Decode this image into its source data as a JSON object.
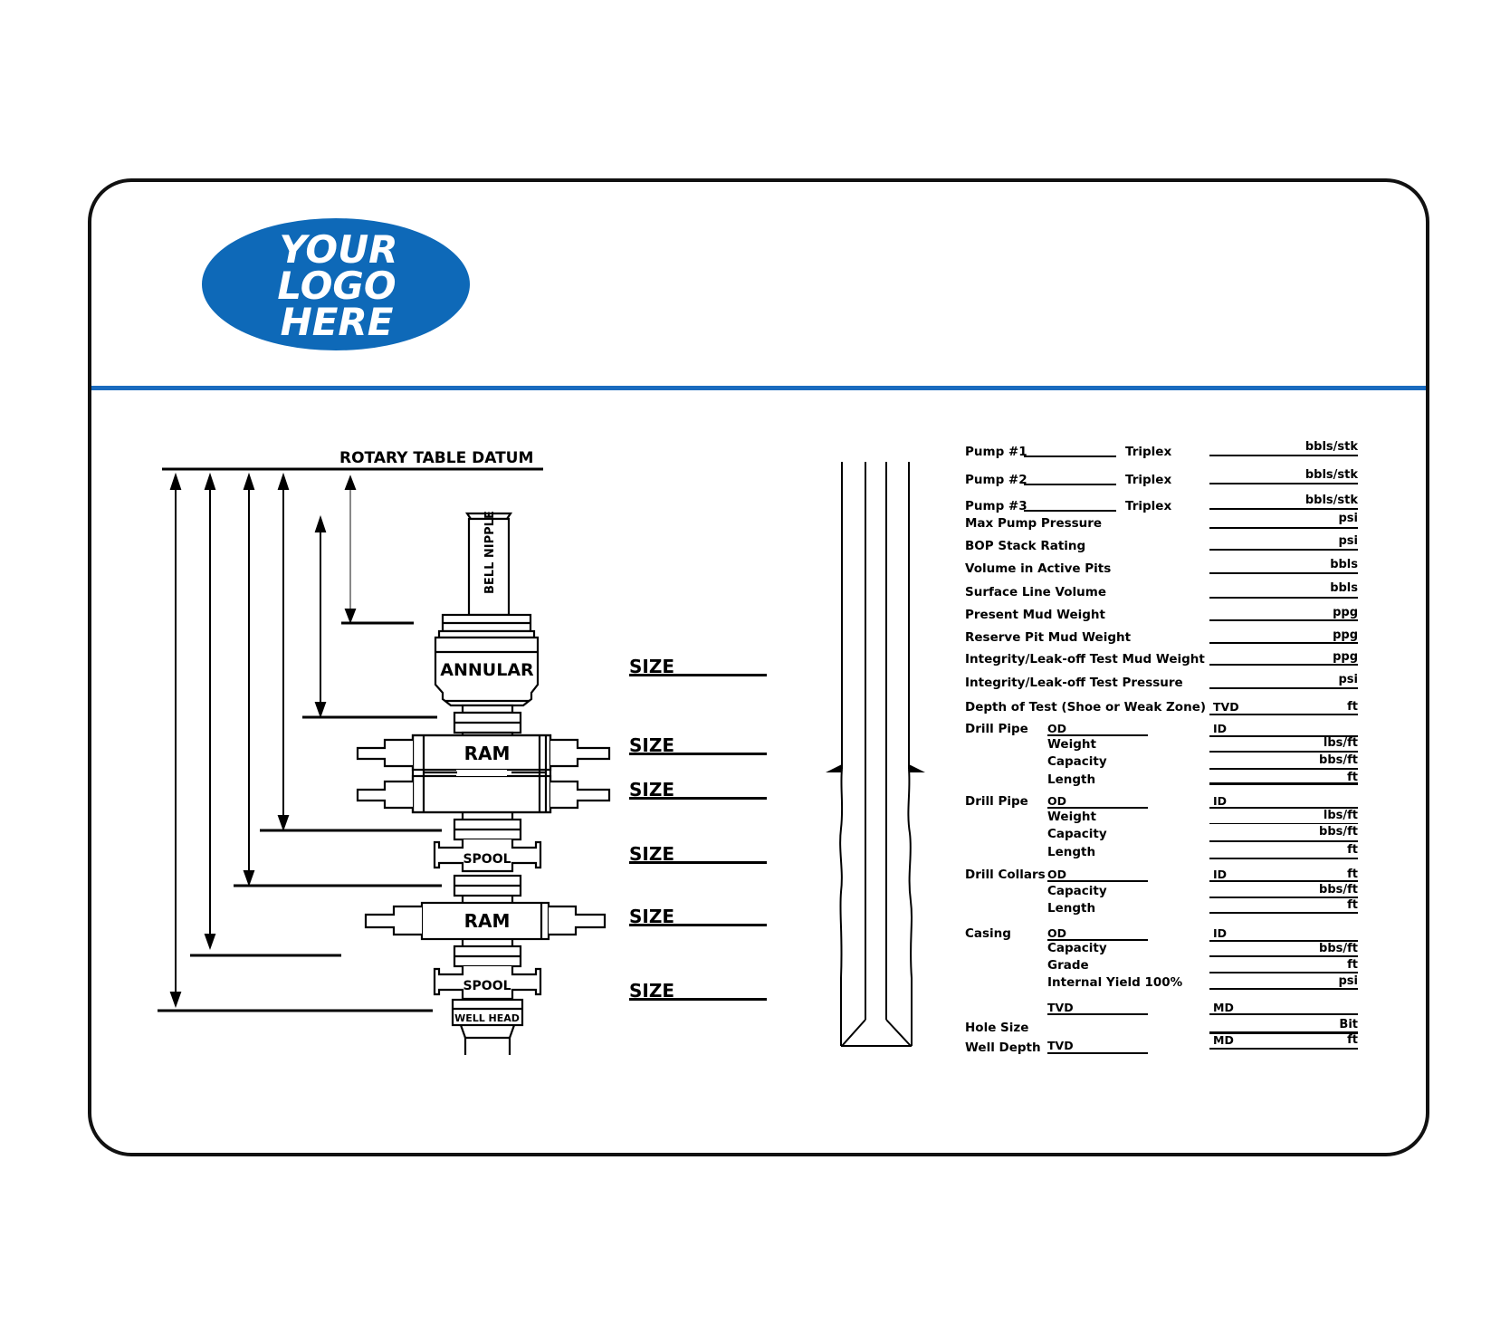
{
  "header": {
    "logo": {
      "lines": [
        "YOUR",
        "LOGO",
        "HERE"
      ],
      "color": "#0e69b8"
    },
    "divider_color": "#1a6bbf"
  },
  "bop_diagram": {
    "datum_label": "ROTARY TABLE DATUM",
    "components": {
      "bell_nipple": "BELL NIPPLE",
      "annular": "ANNULAR",
      "ram_upper": "RAM",
      "spool_upper": "SPOOL",
      "ram_lower": "RAM",
      "spool_lower": "SPOOL",
      "well_head": "WELL HEAD"
    },
    "size_labels": [
      "SIZE",
      "SIZE",
      "SIZE",
      "SIZE",
      "SIZE",
      "SIZE"
    ]
  },
  "form": {
    "pumps": [
      {
        "label": "Pump #1",
        "type": "Triplex",
        "unit": "bbls/stk"
      },
      {
        "label": "Pump #2",
        "type": "Triplex",
        "unit": "bbls/stk"
      },
      {
        "label": "Pump #3",
        "type": "Triplex",
        "unit": "bbls/stk"
      }
    ],
    "fields": [
      {
        "label": "Max Pump Pressure",
        "unit": "psi"
      },
      {
        "label": "BOP Stack Rating",
        "unit": "psi"
      },
      {
        "label": "Volume in Active Pits",
        "unit": "bbls"
      },
      {
        "label": "Surface Line Volume",
        "unit": "bbls"
      },
      {
        "label": "Present Mud Weight",
        "unit": "ppg"
      },
      {
        "label": "Reserve Pit Mud Weight",
        "unit": "ppg"
      },
      {
        "label": "Integrity/Leak-off Test Mud Weight",
        "unit": "ppg"
      },
      {
        "label": "Integrity/Leak-off Test Pressure",
        "unit": "psi"
      },
      {
        "label": "Depth of Test (Shoe or Weak Zone)",
        "prefix": "TVD",
        "unit": "ft"
      }
    ],
    "drill_pipe_1": {
      "label": "Drill Pipe",
      "od": "OD",
      "id": "ID",
      "rows": [
        {
          "label": "Weight",
          "unit": "lbs/ft"
        },
        {
          "label": "Capacity",
          "unit": "bbs/ft"
        },
        {
          "label": "Length",
          "unit": "ft"
        }
      ]
    },
    "drill_pipe_2": {
      "label": "Drill Pipe",
      "od": "OD",
      "id": "ID",
      "rows": [
        {
          "label": "Weight",
          "unit": "lbs/ft"
        },
        {
          "label": "Capacity",
          "unit": "bbs/ft"
        },
        {
          "label": "Length",
          "unit": "ft"
        }
      ]
    },
    "drill_collars": {
      "label": "Drill Collars",
      "od": "OD",
      "id": "ID",
      "id_unit": "ft",
      "rows": [
        {
          "label": "Capacity",
          "unit": "bbs/ft"
        },
        {
          "label": "Length",
          "unit": "ft"
        }
      ]
    },
    "casing": {
      "label": "Casing",
      "od": "OD",
      "id": "ID",
      "rows": [
        {
          "label": "Capacity",
          "unit": "bbs/ft"
        },
        {
          "label": "Grade",
          "unit": "ft"
        },
        {
          "label": "Internal Yield 100%",
          "unit": "psi"
        }
      ],
      "tvd": "TVD",
      "md": "MD"
    },
    "hole_size": {
      "label": "Hole Size",
      "unit": "Bit"
    },
    "well_depth": {
      "label": "Well Depth",
      "tvd": "TVD",
      "md": "MD",
      "unit": "ft"
    }
  }
}
